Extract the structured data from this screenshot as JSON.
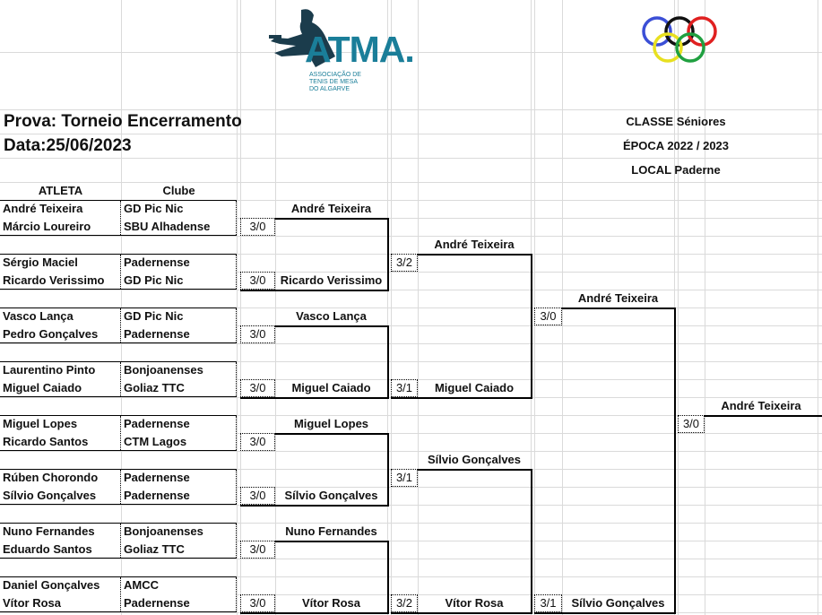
{
  "header": {
    "logo": {
      "name": "ATMA.",
      "subtitle": [
        "ASSOCIAÇÃO DE",
        "TENIS DE MESA",
        "DO ALGARVE"
      ],
      "color": "#1a7e99"
    },
    "prova": "Prova: Torneio Encerramento",
    "data": "Data:25/06/2023",
    "classe": "CLASSE Séniores",
    "epoca": "ÉPOCA  2022 / 2023",
    "local": "LOCAL Paderne"
  },
  "columns": {
    "atleta": "ATLETA",
    "clube": "Clube"
  },
  "players": [
    {
      "name": "André Teixeira",
      "club": "GD Pic Nic"
    },
    {
      "name": "Márcio Loureiro",
      "club": "SBU Alhadense"
    },
    {
      "name": "Sérgio Maciel",
      "club": "Padernense"
    },
    {
      "name": "Ricardo Verissimo",
      "club": "GD Pic Nic"
    },
    {
      "name": "Vasco Lança",
      "club": "GD Pic Nic"
    },
    {
      "name": "Pedro Gonçalves",
      "club": "Padernense"
    },
    {
      "name": "Laurentino Pinto",
      "club": "Bonjoanenses"
    },
    {
      "name": "Miguel Caiado",
      "club": "Goliaz TTC"
    },
    {
      "name": "Miguel Lopes",
      "club": "Padernense"
    },
    {
      "name": "Ricardo Santos",
      "club": "CTM Lagos"
    },
    {
      "name": "Rúben Chorondo",
      "club": "Padernense"
    },
    {
      "name": "Sílvio Gonçalves",
      "club": "Padernense"
    },
    {
      "name": "Nuno Fernandes",
      "club": "Bonjoanenses"
    },
    {
      "name": "Eduardo Santos",
      "club": "Goliaz TTC"
    },
    {
      "name": "Daniel Gonçalves",
      "club": "AMCC"
    },
    {
      "name": "Vítor Rosa",
      "club": "Padernense"
    }
  ],
  "rounds": [
    [
      {
        "winner": "André Teixeira",
        "score": "3/0"
      },
      {
        "winner": "Ricardo Verissimo",
        "score": "3/0"
      },
      {
        "winner": "Vasco Lança",
        "score": "3/0"
      },
      {
        "winner": "Miguel Caiado",
        "score": "3/0"
      },
      {
        "winner": "Miguel Lopes",
        "score": "3/0"
      },
      {
        "winner": "Sílvio Gonçalves",
        "score": "3/0"
      },
      {
        "winner": "Nuno Fernandes",
        "score": "3/0"
      },
      {
        "winner": "Vítor Rosa",
        "score": "3/0"
      }
    ],
    [
      {
        "winner": "André Teixeira",
        "score": "3/2"
      },
      {
        "winner": "Miguel Caiado",
        "score": "3/1"
      },
      {
        "winner": "Sílvio Gonçalves",
        "score": "3/1"
      },
      {
        "winner": "Vítor Rosa",
        "score": "3/2"
      }
    ],
    [
      {
        "winner": "André Teixeira",
        "score": "3/0"
      },
      {
        "winner": "Sílvio Gonçalves",
        "score": "3/1"
      }
    ],
    [
      {
        "winner": "André Teixeira",
        "score": "3/0"
      }
    ]
  ]
}
